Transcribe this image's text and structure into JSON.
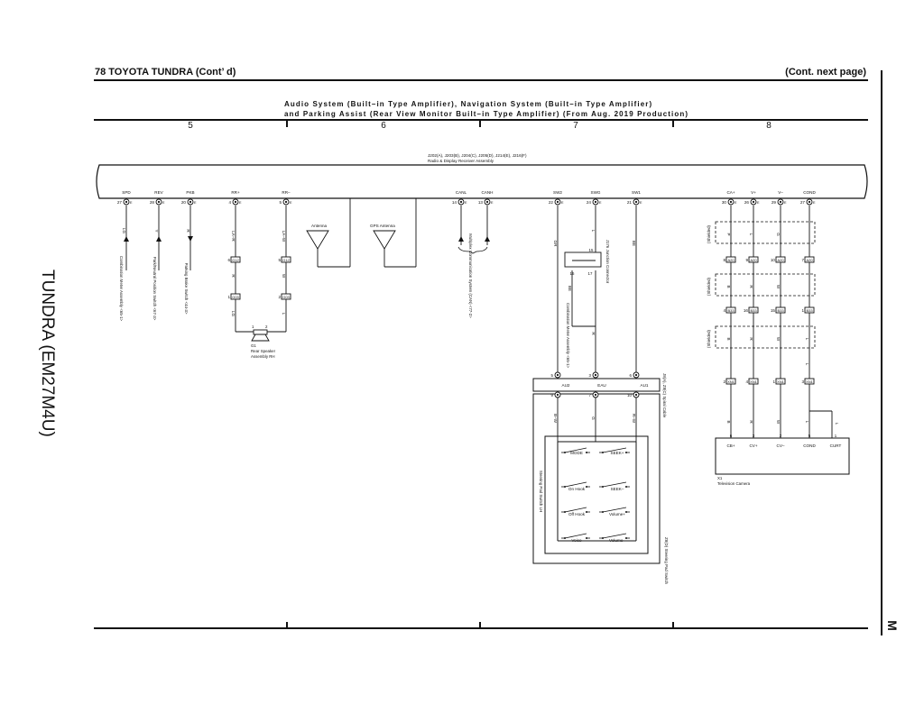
{
  "header": {
    "left": "78  TOYOTA TUNDRA (Cont’ d)",
    "right": "(Cont.  next page)"
  },
  "title": {
    "line1": "Audio System (Built–in Type Amplifier),  Navigation System (Built–in Type Amplifier)",
    "line2": "and Parking Assist (Rear View Monitor Built–in Type Amplifier) (From Aug.  2019 Production)"
  },
  "columns": [
    "5",
    "6",
    "7",
    "8"
  ],
  "side_label": "TUNDRA (EM27M4U)",
  "section_letter": "M",
  "receiver": {
    "connectors": "J202(A), J203(B), J204(C), J205(D), J214(E), J216(F)",
    "name": "Radio & Display Receiver Assembly"
  },
  "pins": [
    {
      "label": "SPD",
      "num": "27",
      "conn": "E"
    },
    {
      "label": "REV",
      "num": "28",
      "conn": "E"
    },
    {
      "label": "PKB",
      "num": "20",
      "conn": "E"
    },
    {
      "label": "RR+",
      "num": "4",
      "conn": "E"
    },
    {
      "label": "RR–",
      "num": "5",
      "conn": "E"
    },
    {
      "label": "CANL",
      "num": "14",
      "conn": "E"
    },
    {
      "label": "CANH",
      "num": "13",
      "conn": "E"
    },
    {
      "label": "SW2",
      "num": "22",
      "conn": "E"
    },
    {
      "label": "SWG",
      "num": "24",
      "conn": "E"
    },
    {
      "label": "SW1",
      "num": "21",
      "conn": "E"
    },
    {
      "label": "CA+",
      "num": "30",
      "conn": "E"
    },
    {
      "label": "V+",
      "num": "26",
      "conn": "E"
    },
    {
      "label": "V–",
      "num": "29",
      "conn": "E"
    },
    {
      "label": "COND",
      "num": "27",
      "conn": "E"
    }
  ],
  "wires": {
    "spd": "LG",
    "rev": "Y",
    "pkb": "R",
    "rr_plus_top": "LA–R",
    "rr_plus_mid": "R",
    "rr_plus_bot": "LG",
    "rr_minus_top": "LA–W",
    "rr_minus_mid": "W",
    "rr_minus_bot": "L",
    "sw2": "GR",
    "swg": "L",
    "sw1": "BE",
    "swg_junction": "BE",
    "swg_lower": "R",
    "sw_lower_left": "B–W",
    "sw_lower_mid": "G",
    "sw_lower_right": "R–W",
    "cam_a": [
      "P",
      "L",
      "G",
      ""
    ],
    "cam_b": [
      "B",
      "R",
      "W",
      ""
    ],
    "cam_c": [
      "B",
      "R",
      "W",
      "L"
    ],
    "cam_d": [
      "B",
      "R",
      "W",
      "L"
    ],
    "cam_d_extra": "L"
  },
  "shielded": "(Shielded)",
  "connectors_mid": {
    "rr_plus_1": {
      "num": "6",
      "id": "G12"
    },
    "rr_minus_1": {
      "num": "5",
      "id": "G12"
    },
    "rr_plus_2": {
      "num": "1",
      "id": "G03"
    },
    "rr_minus_2": {
      "num": "2",
      "id": "G03"
    }
  },
  "camera_connectors": {
    "row1": [
      {
        "num": "8",
        "id": "A20"
      },
      {
        "num": "9",
        "id": "A20"
      },
      {
        "num": "10",
        "id": "A20"
      },
      {
        "num": "7",
        "id": "A20"
      }
    ],
    "row2": [
      {
        "num": "4",
        "id": "B33"
      },
      {
        "num": "16",
        "id": "B33"
      },
      {
        "num": "15",
        "id": "B33"
      },
      {
        "num": "1",
        "id": "B33"
      }
    ],
    "row3": [
      {
        "num": "2",
        "id": "XN1"
      },
      {
        "num": "4",
        "id": "XN1"
      },
      {
        "num": "1",
        "id": "XN1"
      },
      {
        "num": "3",
        "id": "XN1"
      }
    ]
  },
  "components": {
    "meter_spd": "Combination Meter Assembly <65-1>",
    "park_neutral": "Park/Neutral Position Switch <67-3>",
    "parking_brake": "Parking Brake Switch <44-3>",
    "speaker": {
      "id": "G1",
      "name": "Rear Speaker Assembly RH",
      "pins": [
        "1",
        "2"
      ]
    },
    "antenna": "Antenna",
    "gps_antenna": "GPS Antenna",
    "can": "Multiplex Communication System (CAN) <77-2>",
    "junction": {
      "id": "J176",
      "name": "Junction Connector",
      "pins": [
        "15",
        "16",
        "17"
      ]
    },
    "meter_swg": "Combination Meter Assembly <65-1>",
    "spiral": {
      "id": "J8(A), Z8(C)",
      "name": "Spiral Cable",
      "top_pins": [
        "5",
        "3",
        "6"
      ],
      "bot_pins": [
        "9",
        "7",
        "10"
      ],
      "labels": [
        "AU2",
        "EAU",
        "AU1"
      ]
    },
    "steering_switch": {
      "id": "Z8(D)",
      "name": "Steering Pad Switch",
      "sub": "Steering Pad Switch LH",
      "left": [
        "MODE",
        "On Hook",
        "Off Hook",
        "Voice"
      ],
      "right": [
        "SEEK+",
        "SEEK–",
        "Volume+",
        "Volume–"
      ]
    },
    "camera": {
      "id": "X1",
      "name": "Television Camera",
      "pins": [
        {
          "num": "6",
          "label": "CB+"
        },
        {
          "num": "3",
          "label": "CV+"
        },
        {
          "num": "2",
          "label": "CV–"
        },
        {
          "num": "5",
          "label": "COND"
        },
        {
          "num": "1",
          "label": "CURT"
        }
      ]
    }
  }
}
